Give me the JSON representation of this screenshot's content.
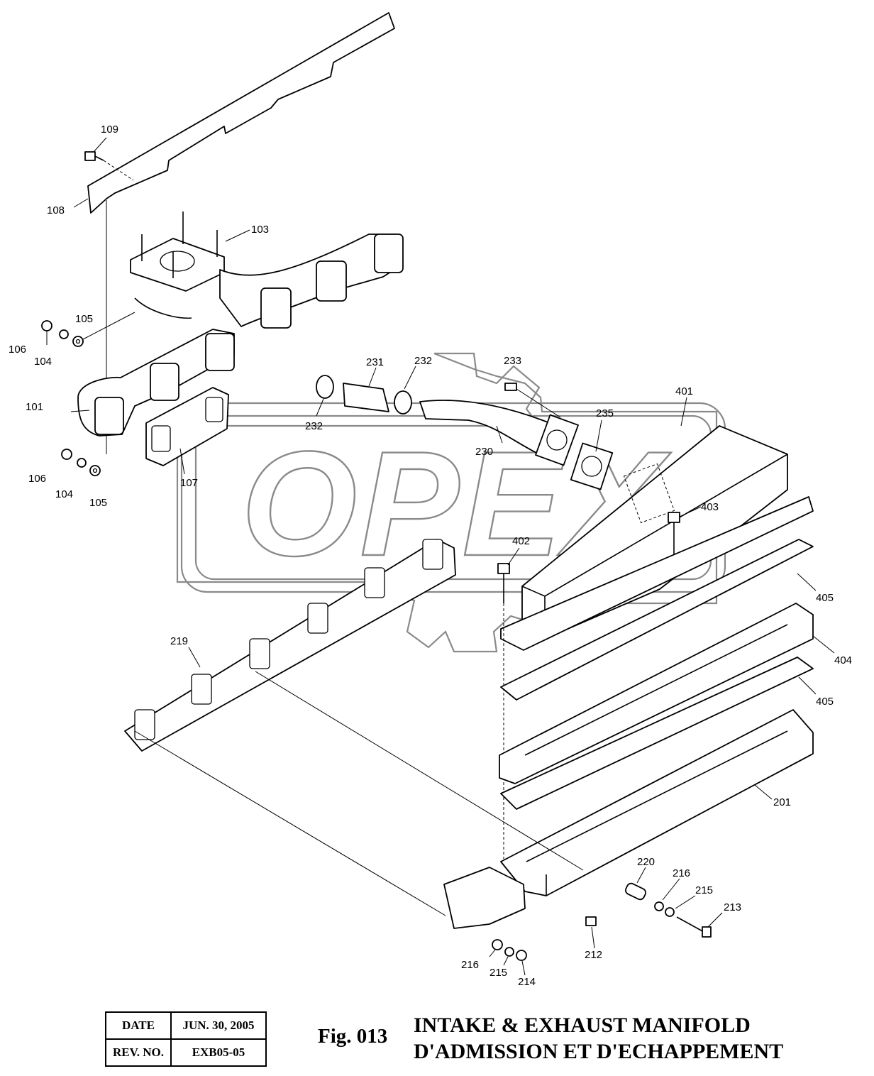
{
  "labels": {
    "p109": "109",
    "p108": "108",
    "p103": "103",
    "p105a": "105",
    "p106a": "106",
    "p104a": "104",
    "p101": "101",
    "p106b": "106",
    "p104b": "104",
    "p105b": "105",
    "p107": "107",
    "p231": "231",
    "p232a": "232",
    "p232b": "232",
    "p233": "233",
    "p230": "230",
    "p235": "235",
    "p401": "401",
    "p403": "403",
    "p402": "402",
    "p405a": "405",
    "p404": "404",
    "p405b": "405",
    "p219": "219",
    "p201": "201",
    "p220": "220",
    "p216a": "216",
    "p215a": "215",
    "p213": "213",
    "p212": "212",
    "p216b": "216",
    "p215b": "215",
    "p214": "214"
  },
  "watermark": {
    "text": "OPEX",
    "color": "#8a8a8a"
  },
  "titleblock": {
    "date_label": "DATE",
    "date_value": "JUN. 30, 2005",
    "rev_label": "REV. NO.",
    "rev_value": "EXB05-05"
  },
  "figure": {
    "number": "Fig. 013",
    "title_en": "INTAKE & EXHAUST MANIFOLD",
    "title_fr": "D'ADMISSION ET D'ECHAPPEMENT"
  }
}
